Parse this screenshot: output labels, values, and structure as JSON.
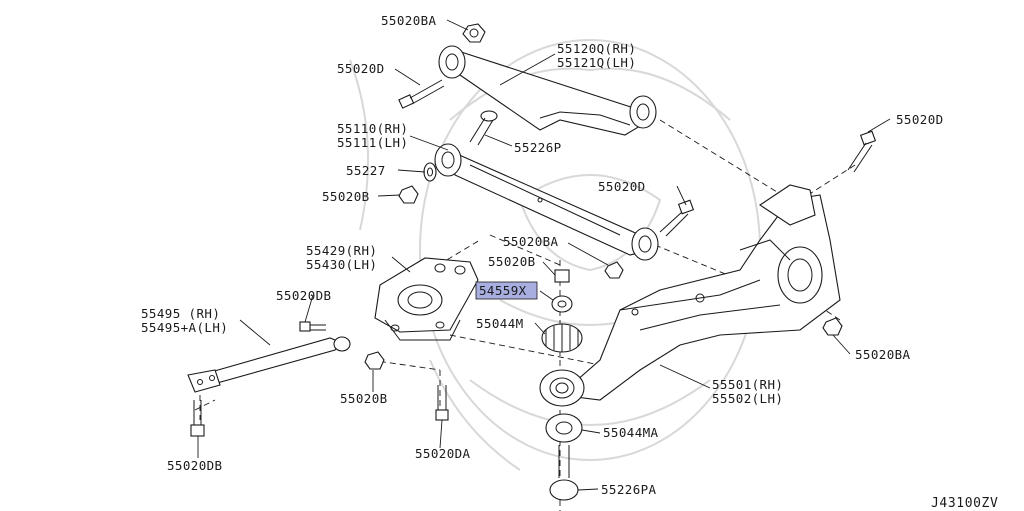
{
  "diagram_id": "J43100ZV",
  "highlight_color": "#a9aee0",
  "labels": {
    "p55020BA_top": "55020BA",
    "p55120Q": "55120Q(RH)",
    "p55121Q": "55121Q(LH)",
    "p55020D_left": "55020D",
    "p55110": "55110(RH)",
    "p55111": "55111(LH)",
    "p55226P": "55226P",
    "p55227": "55227",
    "p55020B_left": "55020B",
    "p55020D_right_top": "55020D",
    "p55020D_mid": "55020D",
    "p55020BA_mid": "55020BA",
    "p55020B_mid": "55020B",
    "p55429": "55429(RH)",
    "p55430": "55430(LH)",
    "p54559X": "54559X",
    "p55020DB_top": "55020DB",
    "p55495_rh": "55495   (RH)",
    "p55495_lh": "55495+A(LH)",
    "p55044M": "55044M",
    "p55020BA_right": "55020BA",
    "p55501": "55501(RH)",
    "p55502": "55502(LH)",
    "p55020B_bottom": "55020B",
    "p55044MA": "55044MA",
    "p55020DA": "55020DA",
    "p55226PA": "55226PA",
    "p55020DB_bottom": "55020DB"
  }
}
